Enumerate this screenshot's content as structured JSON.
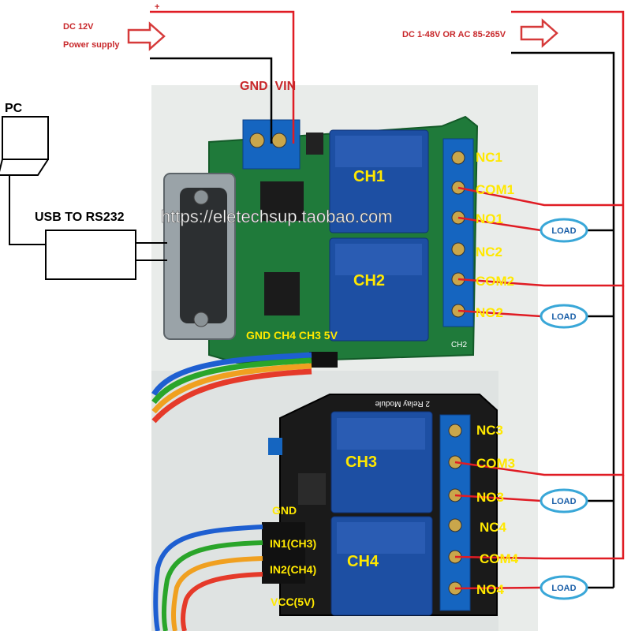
{
  "power": {
    "plus": "+",
    "dc_line1": "DC 12V",
    "dc_line2": "Power supply",
    "ac_label": "DC 1-48V OR AC 85-265V",
    "gnd_vin": "GND  VIN"
  },
  "pc": {
    "label": "PC",
    "converter": "USB TO RS232"
  },
  "watermark": "https://eletechsup.taobao.com",
  "board1": {
    "relays": [
      "CH1",
      "CH2"
    ],
    "terminals": [
      "NC1",
      "COM1",
      "NO1",
      "NC2",
      "COM2",
      "NO2"
    ],
    "header": "GND CH4 CH3 5V",
    "ch2_silk": "CH2"
  },
  "board2": {
    "relays": [
      "CH3",
      "CH4"
    ],
    "terminals": [
      "NC3",
      "COM3",
      "NO3",
      "NC4",
      "COM4",
      "NO4"
    ],
    "pins": [
      "GND",
      "IN1(CH3)",
      "IN2(CH4)",
      "VCC(5V)"
    ],
    "silk": "2 Relay Module"
  },
  "loads": [
    "LOAD",
    "LOAD",
    "LOAD",
    "LOAD"
  ],
  "colors": {
    "wire_red": "#e01c24",
    "label_red": "#c8282b",
    "label_yellow": "#ffe800",
    "pcb_green": "#1f7a3a",
    "relay_blue": "#1d4fa3",
    "terminal_blue": "#1565c0",
    "load_ring": "#39a7d8"
  }
}
